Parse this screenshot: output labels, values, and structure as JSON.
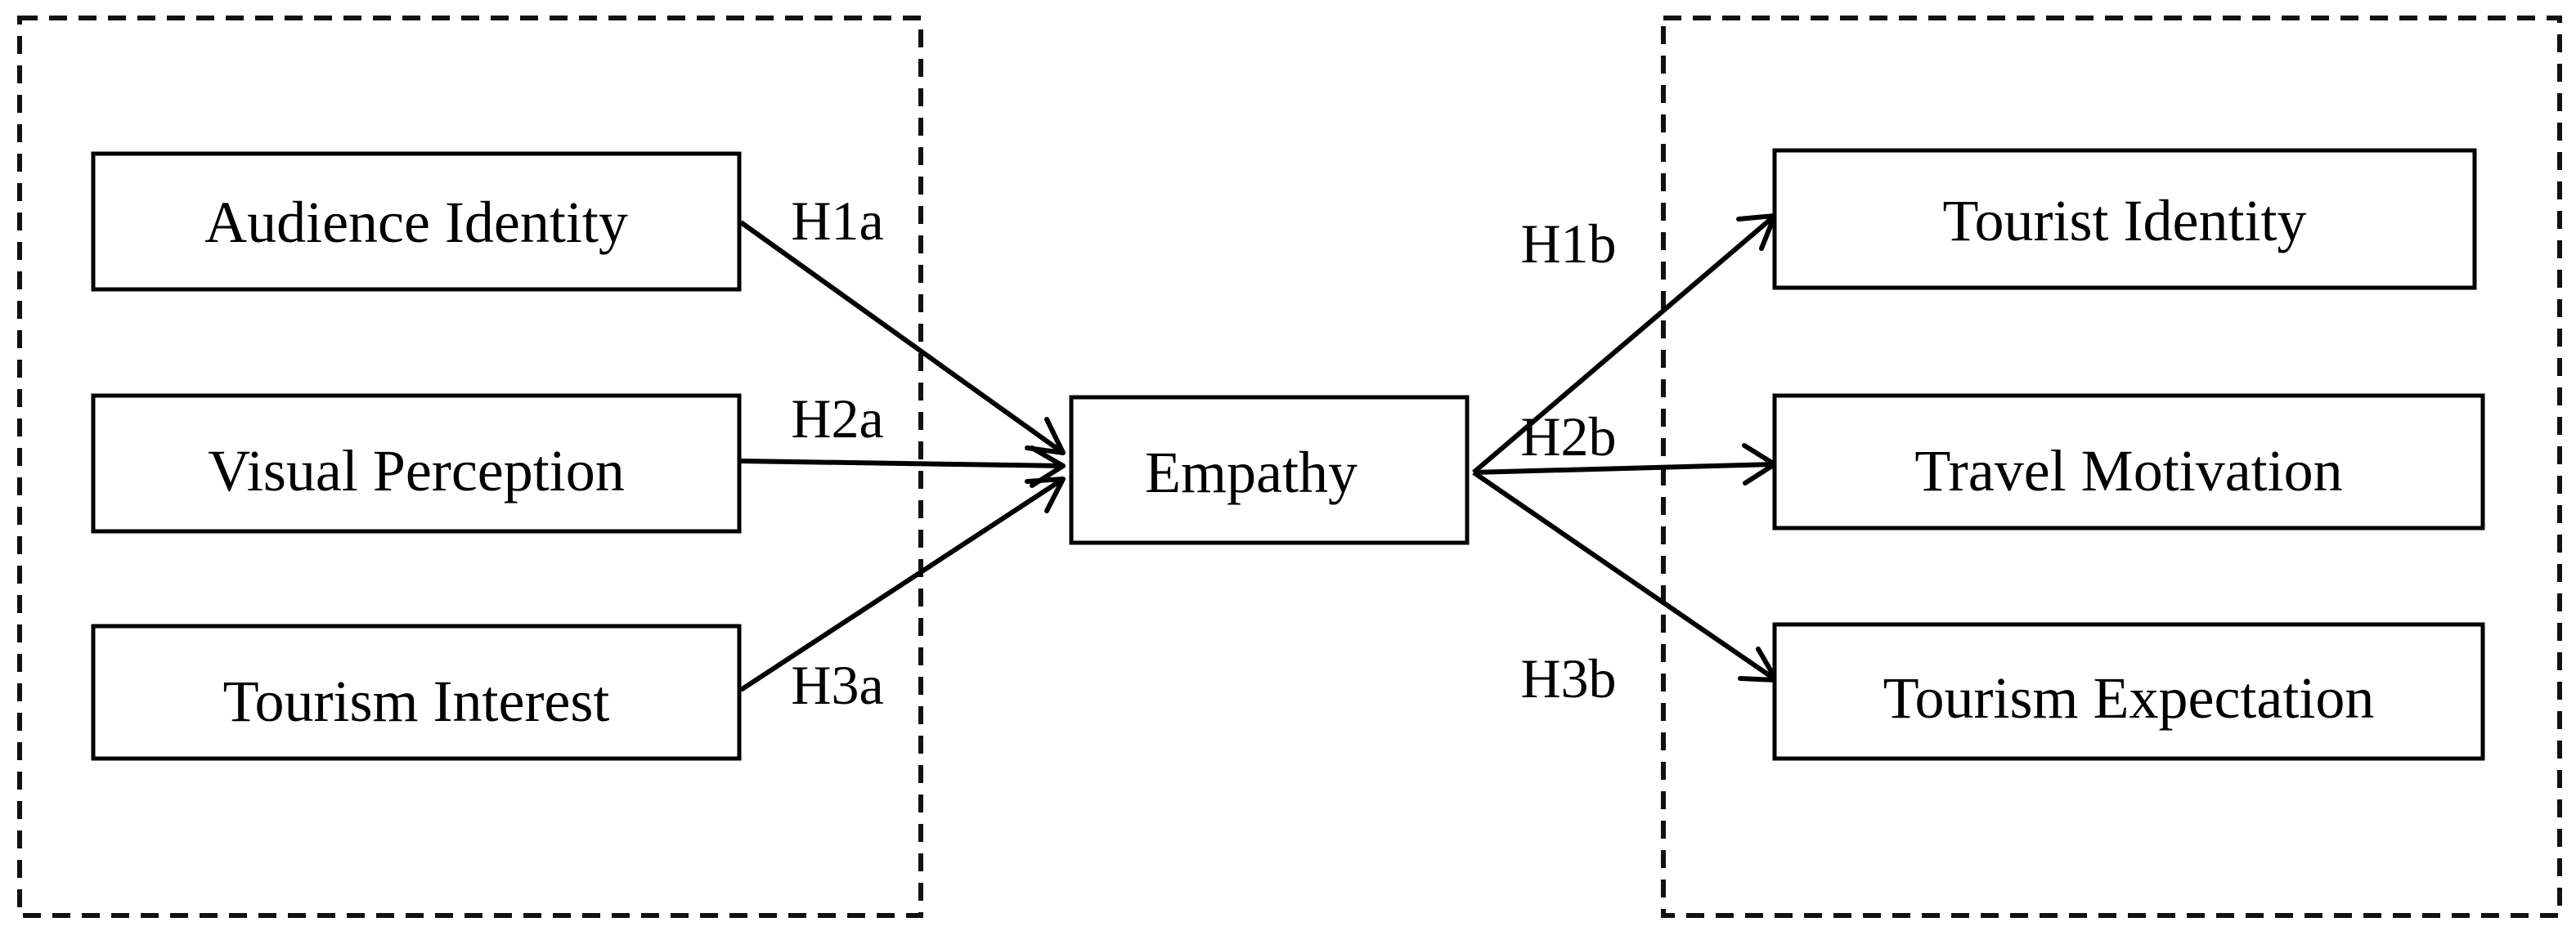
{
  "diagram": {
    "left_group": {
      "audience_identity": "Audience Identity",
      "visual_perception": "Visual Perception",
      "tourism_interest": "Tourism Interest"
    },
    "center": {
      "empathy": "Empathy"
    },
    "right_group": {
      "tourist_identity": "Tourist Identity",
      "travel_motivation": "Travel Motivation",
      "tourism_expectation": "Tourism Expectation"
    },
    "hypotheses": {
      "h1a": "H1a",
      "h2a": "H2a",
      "h3a": "H3a",
      "h1b": "H1b",
      "h2b": "H2b",
      "h3b": "H3b"
    },
    "edges": [
      {
        "from": "Audience Identity",
        "to": "Empathy",
        "label": "H1a"
      },
      {
        "from": "Visual Perception",
        "to": "Empathy",
        "label": "H2a"
      },
      {
        "from": "Tourism Interest",
        "to": "Empathy",
        "label": "H3a"
      },
      {
        "from": "Empathy",
        "to": "Tourist Identity",
        "label": "H1b"
      },
      {
        "from": "Empathy",
        "to": "Travel Motivation",
        "label": "H2b"
      },
      {
        "from": "Empathy",
        "to": "Tourism Expectation",
        "label": "H3b"
      }
    ]
  }
}
